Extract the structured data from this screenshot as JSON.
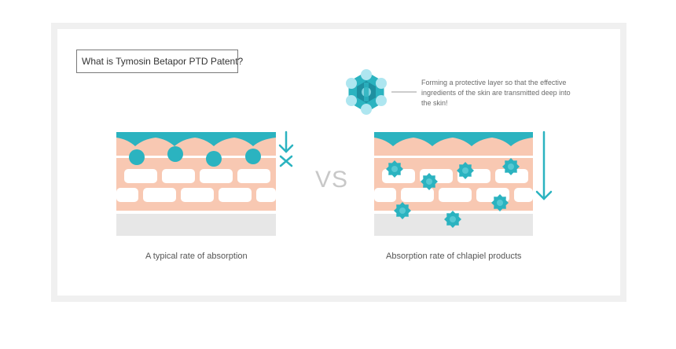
{
  "title": "What is Tymosin Betapor PTD Patent?",
  "description": "Forming a protective layer so that the effective ingredients of the skin are transmitted deep into the skin!",
  "vs_label": "VS",
  "captions": {
    "left": "A typical rate of absorption",
    "right": "Absorption rate of chlapiel products"
  },
  "colors": {
    "teal": "#2bb3c0",
    "peach": "#f8c8b2",
    "base_gray": "#e7e7e7",
    "light_blue": "#aee6f0"
  },
  "icons": {
    "molecule": "molecule-icon",
    "blocked_arrow": "blocked-arrow-icon",
    "deep_arrow": "down-arrow-icon",
    "particle_round": "round-particle-icon",
    "particle_star": "star-particle-icon"
  }
}
